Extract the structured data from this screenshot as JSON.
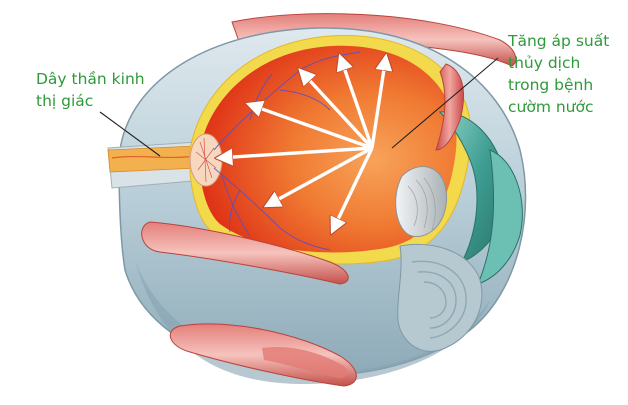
{
  "labels": {
    "optic_nerve": [
      "Dây thần kinh",
      "thị giác"
    ],
    "pressure": [
      "Tăng áp suất",
      "thủy dịch",
      "trong bệnh",
      "cườm nước"
    ]
  },
  "colors": {
    "label_text": "#2f9a3a",
    "vitreous_red": "#e53a1c",
    "vitreous_orange": "#f6893a",
    "retina_yellow": "#f5d94a",
    "sclera_blue": "#b9ced7",
    "muscle_pink": "#d96a6a",
    "lens_gray": "#c8cdd0",
    "iris_teal": "#4aa89c",
    "arrow_white": "#ffffff",
    "vessel_blue": "#5a4fc0"
  }
}
